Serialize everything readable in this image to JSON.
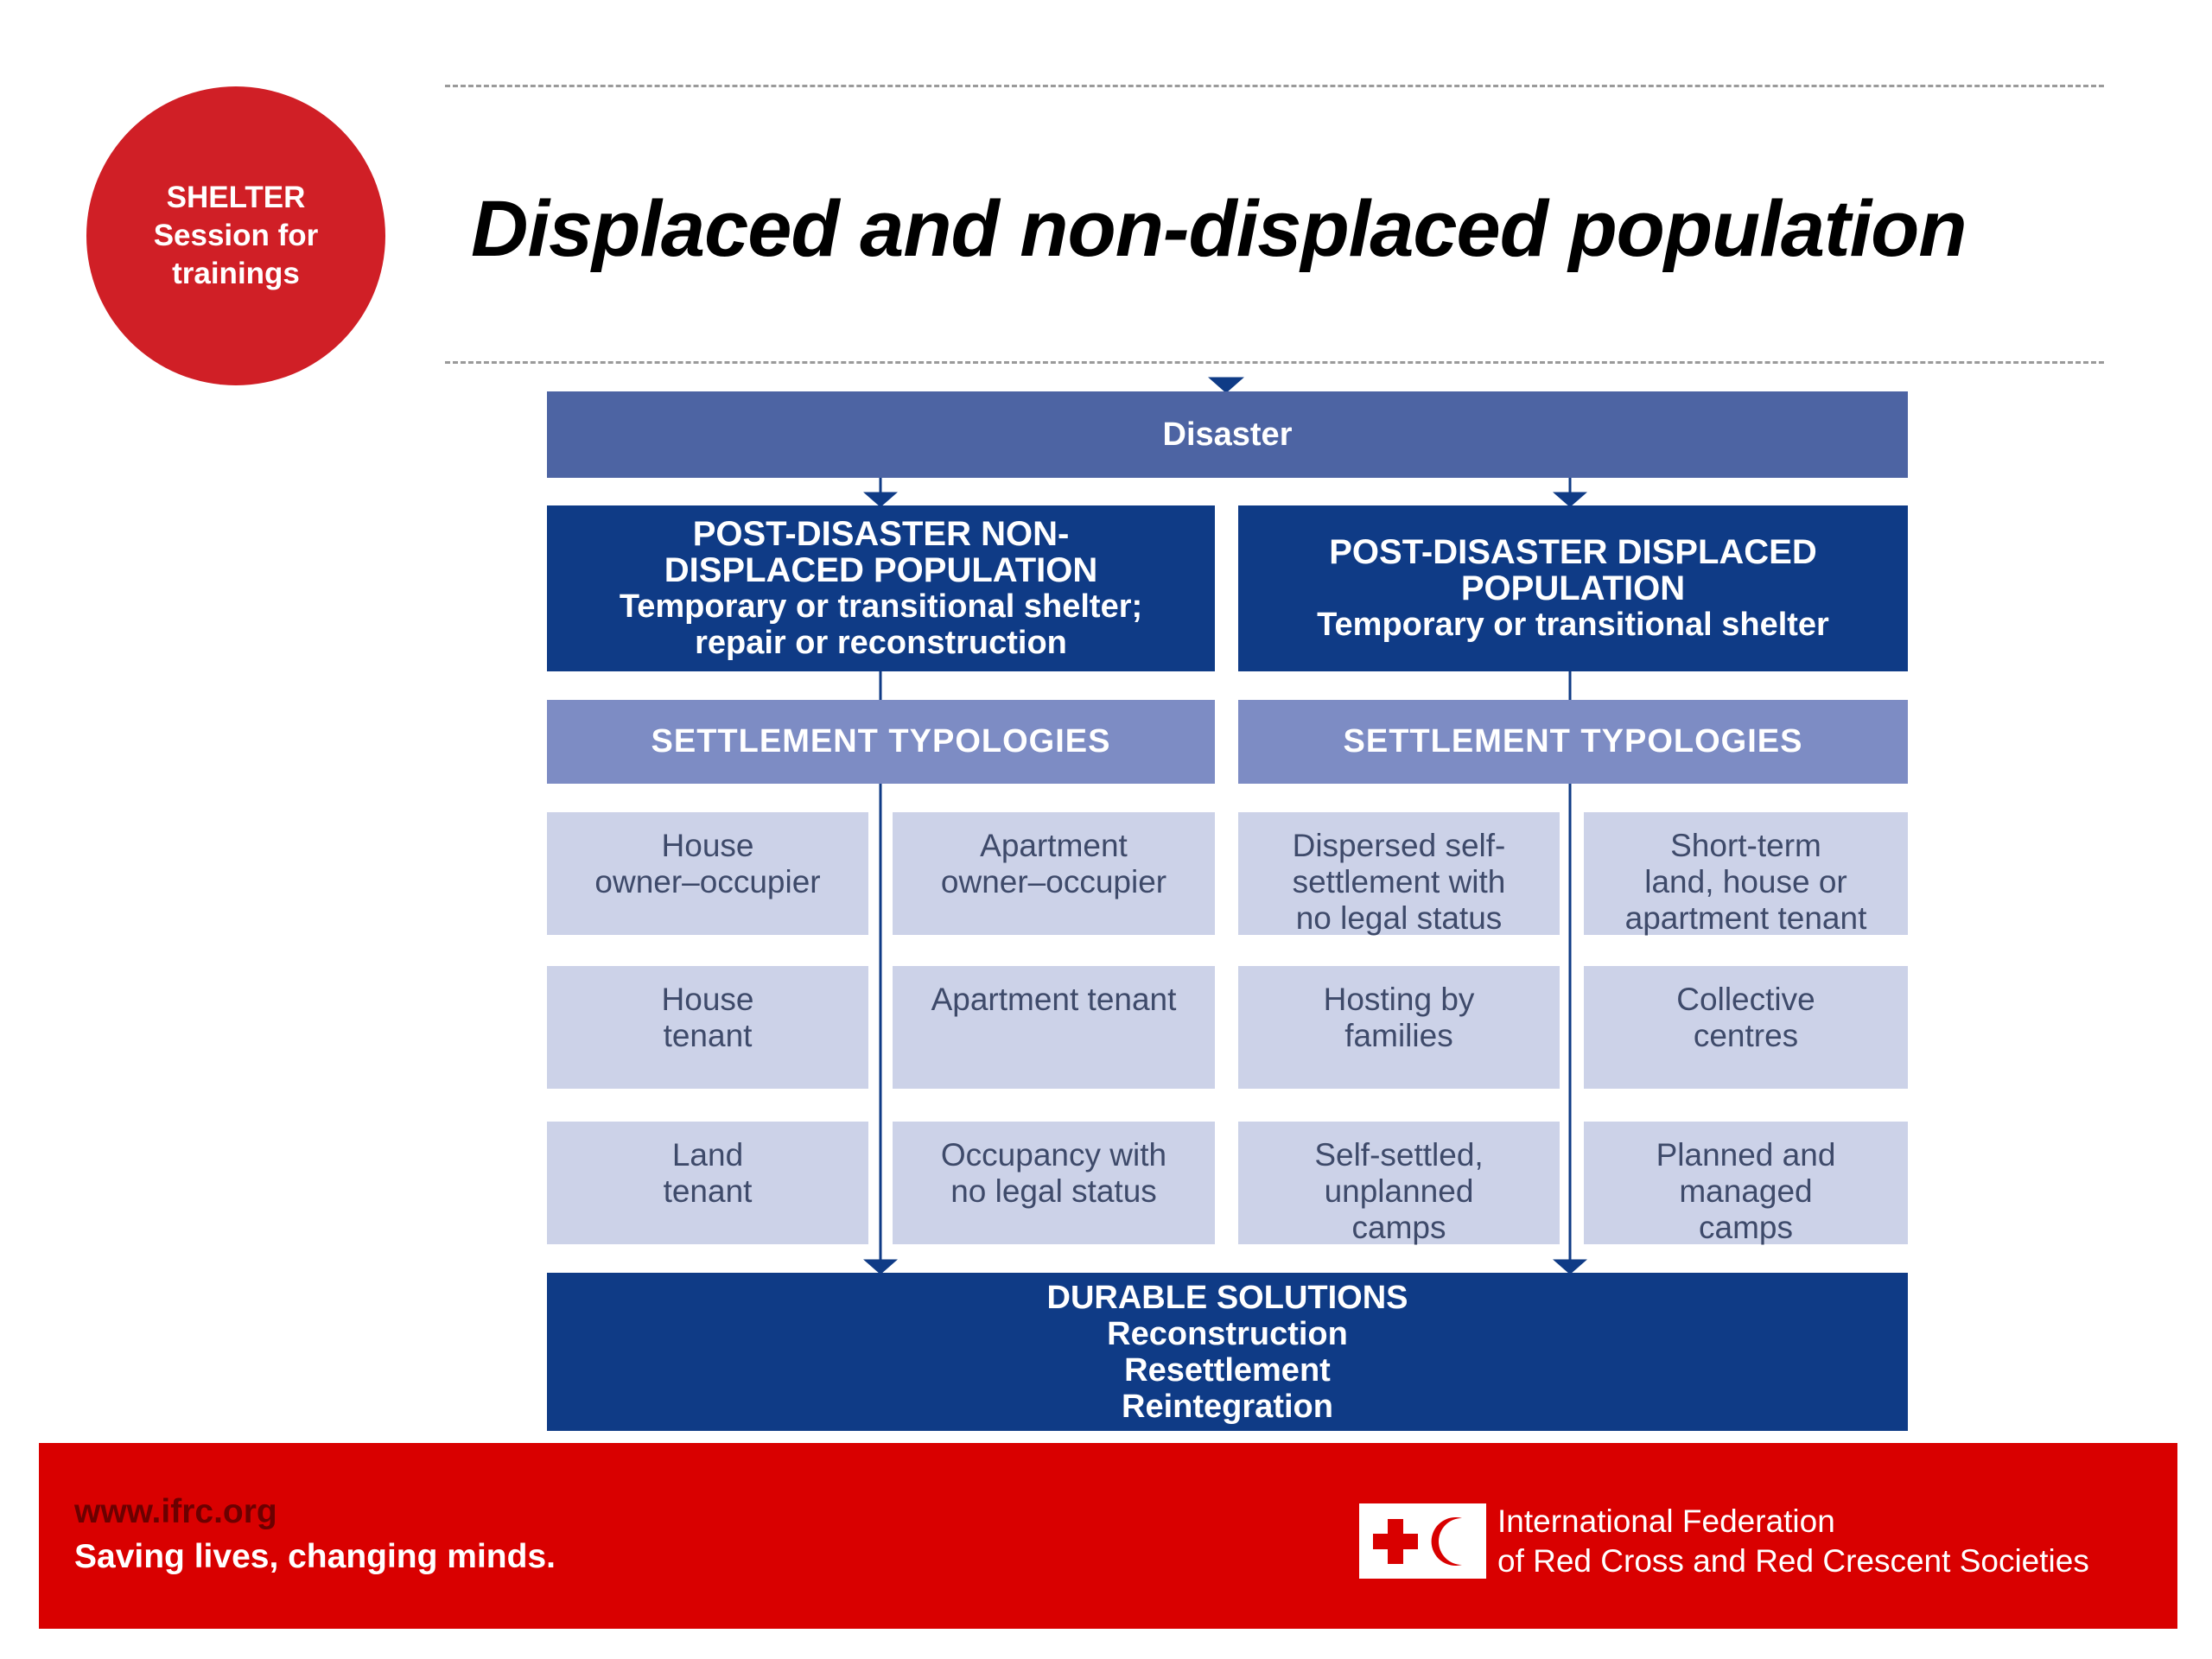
{
  "badge": {
    "line1": "SHELTER",
    "line2": "Session for",
    "line3": "trainings"
  },
  "title": "Displaced and non-displaced population",
  "diagram": {
    "disaster": "Disaster",
    "non_displaced": {
      "heading1": "POST-DISASTER NON-",
      "heading2": "DISPLACED POPULATION",
      "sub1": "Temporary or transitional shelter;",
      "sub2": "repair or reconstruction"
    },
    "displaced": {
      "heading1": "POST-DISASTER DISPLACED",
      "heading2": "POPULATION",
      "sub1": "Temporary or transitional shelter"
    },
    "typologies_left": "SETTLEMENT TYPOLOGIES",
    "typologies_right": "SETTLEMENT TYPOLOGIES",
    "cells": {
      "c1r1": [
        "House",
        "owner–occupier"
      ],
      "c2r1": [
        "Apartment",
        "owner–occupier"
      ],
      "c3r1": [
        "Dispersed self-",
        "settlement with",
        "no legal status"
      ],
      "c4r1": [
        "Short-term",
        "land, house or",
        "apartment tenant"
      ],
      "c1r2": [
        "House",
        "tenant"
      ],
      "c2r2": [
        "Apartment tenant"
      ],
      "c3r2": [
        "Hosting by",
        "families"
      ],
      "c4r2": [
        "Collective",
        "centres"
      ],
      "c1r3": [
        "Land",
        "tenant"
      ],
      "c2r3": [
        "Occupancy with",
        "no legal status"
      ],
      "c3r3": [
        "Self-settled,",
        "unplanned",
        "camps"
      ],
      "c4r3": [
        "Planned and",
        "managed",
        "camps"
      ]
    },
    "durable": {
      "heading": "DURABLE SOLUTIONS",
      "items": [
        "Reconstruction",
        "Resettlement",
        "Reintegration"
      ]
    }
  },
  "footer": {
    "url": "www.ifrc.org",
    "slogan": "Saving lives, changing minds.",
    "org_line1": "International Federation",
    "org_line2": "of Red Cross and Red Crescent Societies"
  },
  "colors": {
    "badge_red": "#d01f26",
    "disaster_blue": "#4d64a3",
    "dark_blue": "#0f3b86",
    "typology_blue": "#7d8cc4",
    "cell_blue": "#ccd2e8",
    "footer_red": "#d90000"
  }
}
